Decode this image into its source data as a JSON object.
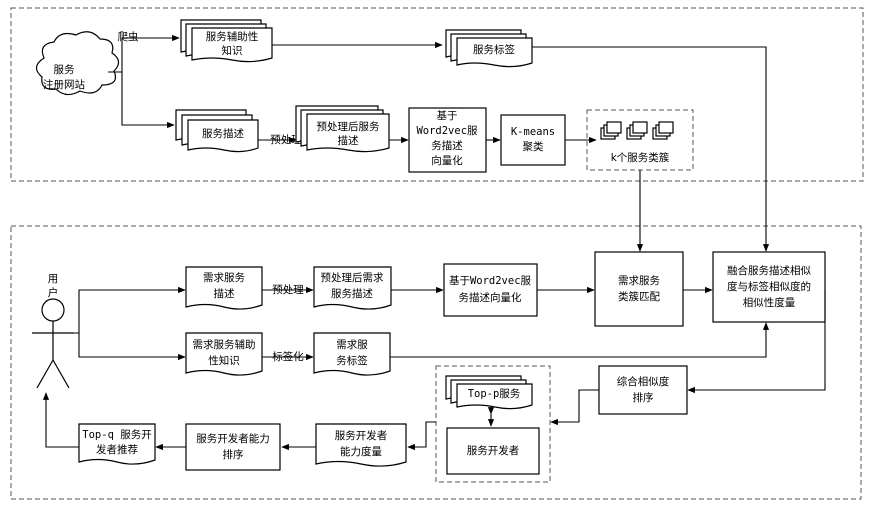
{
  "top": {
    "website": [
      "服务",
      "注册网站"
    ],
    "crawler": "爬虫",
    "aux_knowledge": [
      "服务辅助性",
      "知识"
    ],
    "service_tags": "服务标签",
    "service_desc": "服务描述",
    "preprocess": "预处理",
    "preprocessed_desc": [
      "预处理后服务",
      "描述"
    ],
    "word2vec": [
      "基于",
      "Word2vec服",
      "务描述",
      "向量化"
    ],
    "kmeans": [
      "K-means",
      "聚类"
    ],
    "clusters": "k个服务类簇"
  },
  "bottom": {
    "user": "用户",
    "req_desc": [
      "需求服务",
      "描述"
    ],
    "preprocess": "预处理",
    "preprocessed_req": [
      "预处理后需求",
      "服务描述"
    ],
    "word2vec": [
      "基于Word2vec服",
      "务描述向量化"
    ],
    "cluster_match": [
      "需求服务",
      "类簇匹配"
    ],
    "fusion": [
      "融合服务描述相似",
      "度与标签相似度的",
      "相似性度量"
    ],
    "req_aux": [
      "需求服务辅助",
      "性知识"
    ],
    "tagging": "标签化",
    "req_tags": [
      "需求服",
      "务标签"
    ],
    "combined_sim": [
      "综合相似度",
      "排序"
    ],
    "topp": "Top-p服务",
    "developer": "服务开发者",
    "dev_capability": [
      "服务开发者",
      "能力度量"
    ],
    "dev_rank": [
      "服务开发者能力",
      "排序"
    ],
    "topq": [
      "Top-q 服务开",
      "发者推荐"
    ]
  }
}
